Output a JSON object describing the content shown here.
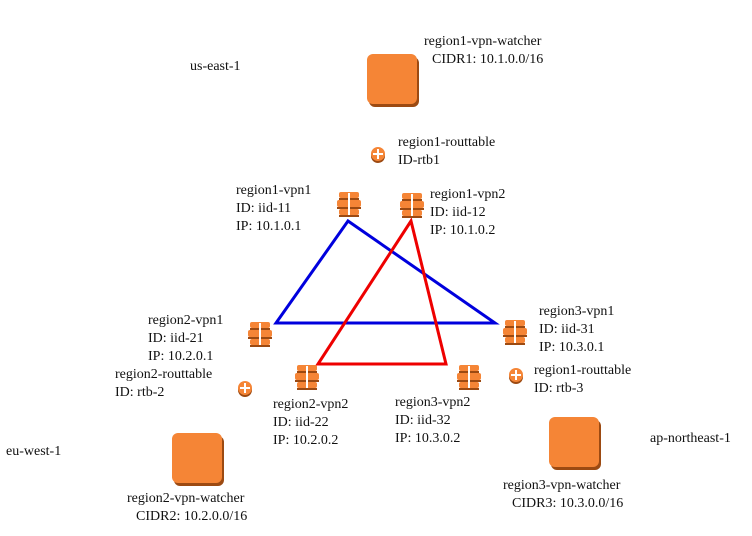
{
  "regions": {
    "us_east": "us-east-1",
    "eu_west": "eu-west-1",
    "ap_northeast": "ap-northeast-1"
  },
  "watchers": [
    {
      "name": "region1-vpn-watcher",
      "cidr": "CIDR1: 10.1.0.0/16"
    },
    {
      "name": "region2-vpn-watcher",
      "cidr": "CIDR2: 10.2.0.0/16"
    },
    {
      "name": "region3-vpn-watcher",
      "cidr": "CIDR3: 10.3.0.0/16"
    }
  ],
  "routetables": [
    {
      "name": "region1-routtable",
      "id": "ID-rtb1"
    },
    {
      "name": "region2-routtable",
      "id": "ID: rtb-2"
    },
    {
      "name": "region1-routtable",
      "id": "ID: rtb-3"
    }
  ],
  "vpns": [
    {
      "name": "region1-vpn1",
      "id": "ID: iid-11",
      "ip": "IP: 10.1.0.1"
    },
    {
      "name": "region1-vpn2",
      "id": "ID: iid-12",
      "ip": "IP: 10.1.0.2"
    },
    {
      "name": "region2-vpn1",
      "id": "ID: iid-21",
      "ip": "IP: 10.2.0.1"
    },
    {
      "name": "region2-vpn2",
      "id": "ID: iid-22",
      "ip": "IP: 10.2.0.2"
    },
    {
      "name": "region3-vpn1",
      "id": "ID: iid-31",
      "ip": "IP: 10.3.0.1"
    },
    {
      "name": "region3-vpn2",
      "id": "ID: iid-32",
      "ip": "IP: 10.3.0.2"
    }
  ],
  "colors": {
    "orange": "#f58536",
    "orange_dark": "#9c4a12",
    "mesh1": "#0000dd",
    "mesh2": "#ee0000"
  }
}
